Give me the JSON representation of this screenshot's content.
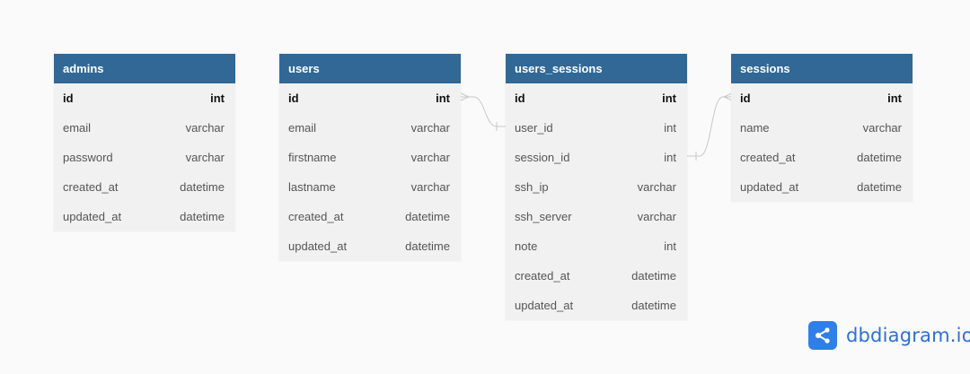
{
  "tables": {
    "admins": {
      "name": "admins",
      "columns": [
        {
          "name": "id",
          "type": "int"
        },
        {
          "name": "email",
          "type": "varchar"
        },
        {
          "name": "password",
          "type": "varchar"
        },
        {
          "name": "created_at",
          "type": "datetime"
        },
        {
          "name": "updated_at",
          "type": "datetime"
        }
      ]
    },
    "users": {
      "name": "users",
      "columns": [
        {
          "name": "id",
          "type": "int"
        },
        {
          "name": "email",
          "type": "varchar"
        },
        {
          "name": "firstname",
          "type": "varchar"
        },
        {
          "name": "lastname",
          "type": "varchar"
        },
        {
          "name": "created_at",
          "type": "datetime"
        },
        {
          "name": "updated_at",
          "type": "datetime"
        }
      ]
    },
    "users_sessions": {
      "name": "users_sessions",
      "columns": [
        {
          "name": "id",
          "type": "int"
        },
        {
          "name": "user_id",
          "type": "int"
        },
        {
          "name": "session_id",
          "type": "int"
        },
        {
          "name": "ssh_ip",
          "type": "varchar"
        },
        {
          "name": "ssh_server",
          "type": "varchar"
        },
        {
          "name": "note",
          "type": "int"
        },
        {
          "name": "created_at",
          "type": "datetime"
        },
        {
          "name": "updated_at",
          "type": "datetime"
        }
      ]
    },
    "sessions": {
      "name": "sessions",
      "columns": [
        {
          "name": "id",
          "type": "int"
        },
        {
          "name": "name",
          "type": "varchar"
        },
        {
          "name": "created_at",
          "type": "datetime"
        },
        {
          "name": "updated_at",
          "type": "datetime"
        }
      ]
    }
  },
  "colors": {
    "header_bg": "#316896",
    "table_bg": "#f1f1f1",
    "relation_line": "#c8c8c8",
    "brand_blue": "#2f7fe8"
  },
  "brand": {
    "text": "dbdiagram.io",
    "icon": "share-nodes-icon"
  }
}
